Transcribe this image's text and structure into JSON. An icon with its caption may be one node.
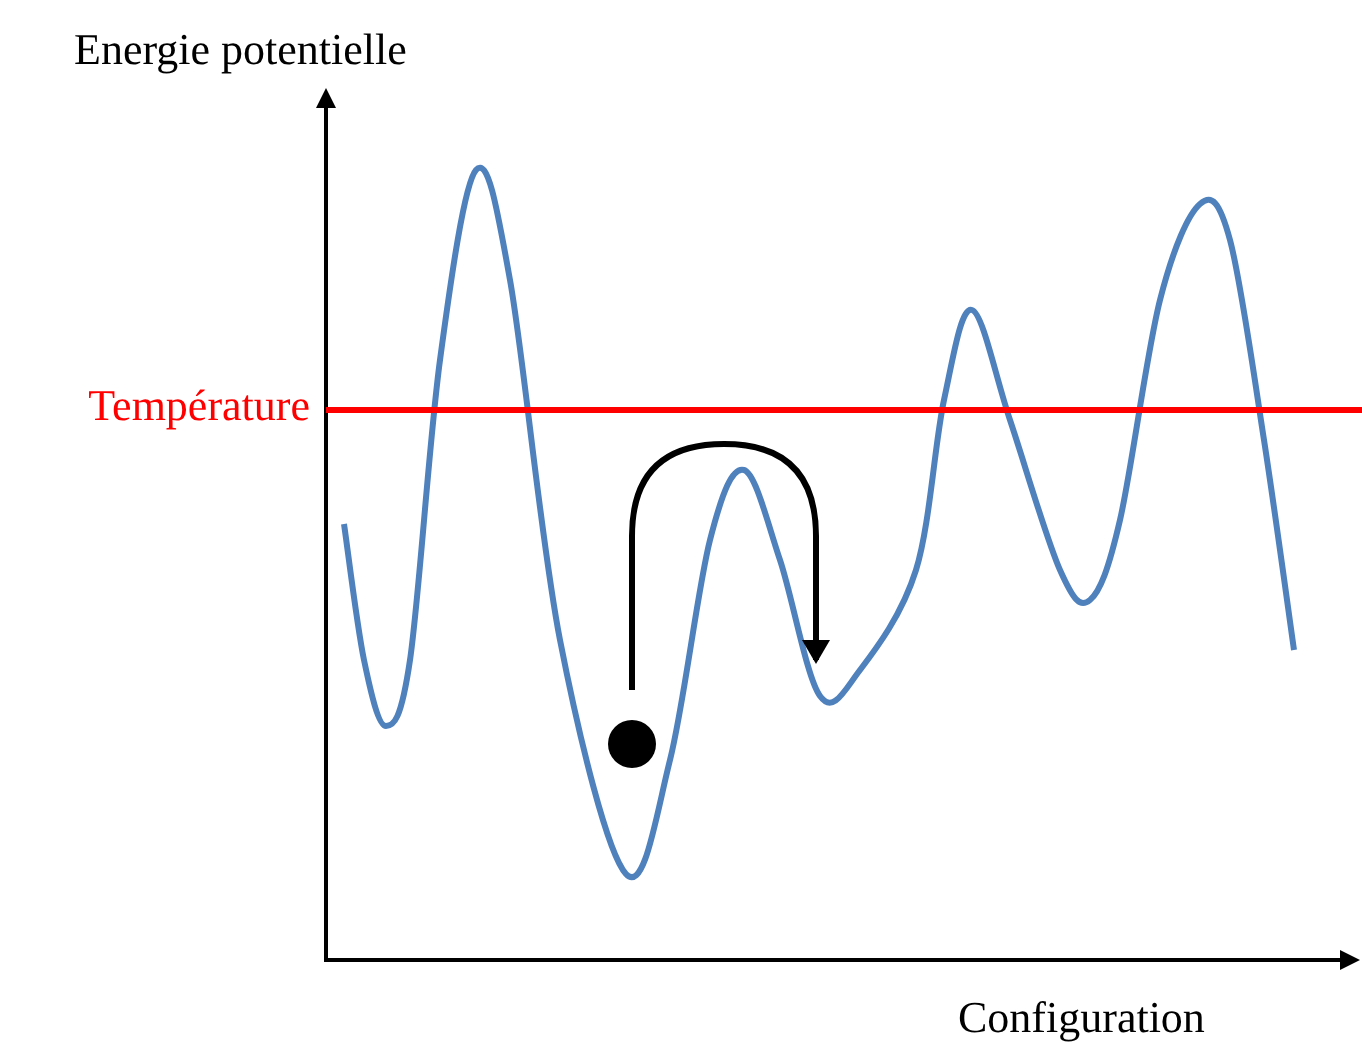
{
  "diagram": {
    "labels": [
      "Energie potentielle",
      "Température",
      "Configuration"
    ]
  }
}
